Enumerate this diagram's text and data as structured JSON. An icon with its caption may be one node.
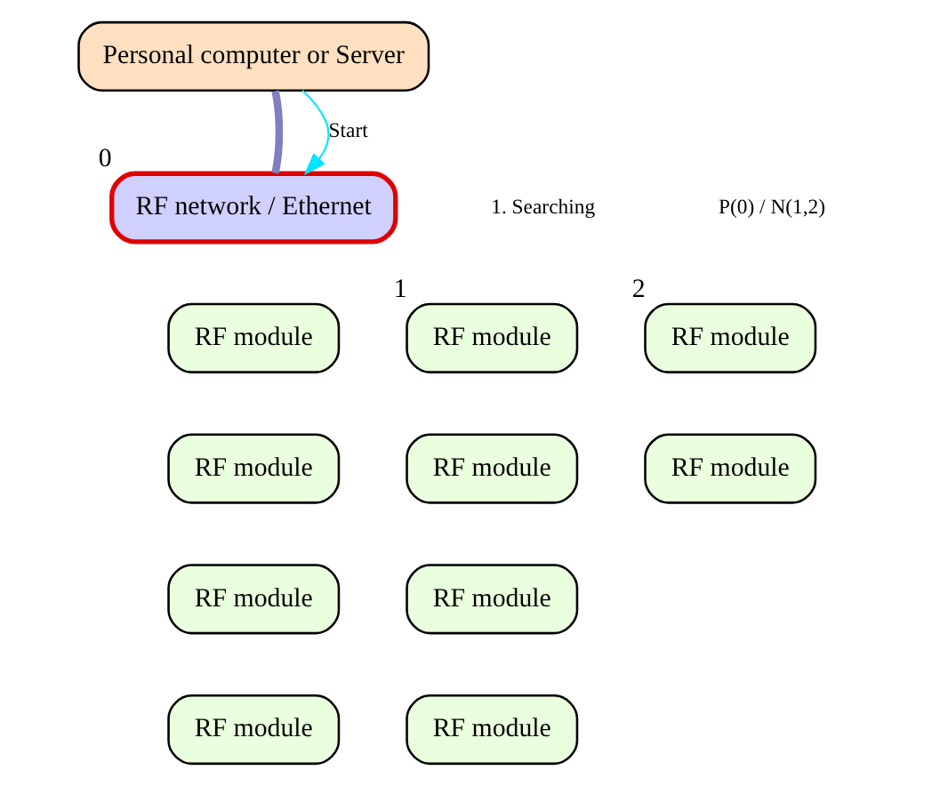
{
  "diagram": {
    "nodes": [
      {
        "text": [
          "Personal computer or Server"
        ]
      },
      {
        "text": [
          "RF network / Ethernet"
        ],
        "beside": [
          "0"
        ]
      },
      {
        "text": [
          "RF module"
        ]
      },
      {
        "text": [
          "RF module"
        ],
        "beside": [
          "1"
        ]
      },
      {
        "text": [
          "RF module"
        ],
        "beside": [
          "2"
        ]
      },
      {
        "text": [
          "RF module"
        ]
      },
      {
        "text": [
          "RF module"
        ]
      },
      {
        "text": [
          "RF module"
        ]
      },
      {
        "text": [
          "RF module"
        ]
      },
      {
        "text": [
          "RF module"
        ]
      },
      {
        "text": [
          "RF module"
        ]
      },
      {
        "text": [
          "RF module"
        ]
      }
    ],
    "edges": [
      {
        "from": 0,
        "to": 1,
        "arrow": "none",
        "style": "thick",
        "color": "#8080c0"
      },
      {
        "from": 0,
        "to": 1,
        "arrow": "to",
        "label": "Start",
        "color": "#00e5ff"
      }
    ],
    "labels": [
      "1. Searching",
      "P(0) / N(1,2)"
    ]
  }
}
